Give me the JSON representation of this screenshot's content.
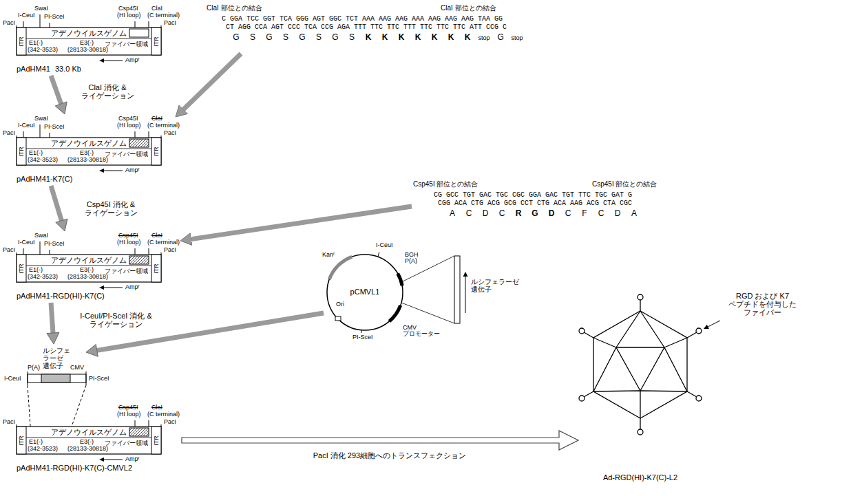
{
  "diagram": {
    "nodes": [
      {
        "text": [
          "アデノウイルスゲノム",
          "pAdHM41"
        ]
      },
      {
        "text": [
          "アデノウイルスゲノム",
          "pAdHM41-K7(C)"
        ]
      },
      {
        "text": [
          "アデノウイルスゲノム",
          "pAdHM41-RGD(HI)-K7(C)"
        ]
      },
      {
        "text": [
          "pCMVL1"
        ]
      },
      {
        "text": [
          "P(A)",
          "ルシフェ ラーゼ 遺伝子",
          "CMV"
        ]
      },
      {
        "text": [
          "アデノウイルスゲノム",
          "pAdHM41-RGD(HI)-K7(C)-CMVL2"
        ]
      },
      {
        "text": [
          "Ad-RGD(HI)-K7(C)-L2"
        ]
      }
    ],
    "edges": [
      {
        "from": 0,
        "to": 1,
        "arrow": "to",
        "label": "ClaI 消化 & ライゲーション"
      },
      {
        "from": 1,
        "to": 2,
        "arrow": "to",
        "label": "Csp45I 消化 & ライゲーション"
      },
      {
        "from": 2,
        "to": 4,
        "arrow": "to",
        "label": "I-CeuI/PI-SceI 消化 & ライゲーション"
      },
      {
        "from": 3,
        "to": 4,
        "arrow": "to"
      },
      {
        "from": 4,
        "to": 5,
        "arrow": "none"
      },
      {
        "from": 4,
        "to": 5,
        "arrow": "none"
      },
      {
        "from": 5,
        "to": 6,
        "arrow": "to",
        "label": "PacI 消化 293細胞へのトランスフェクション"
      }
    ],
    "labels": [
      "PacI",
      "I-CeuI",
      "SwaI",
      "PI-SceI",
      "Csp45I",
      "(HI loop)",
      "ClaI",
      "(C terminal)",
      "ITR",
      "ITR",
      "PacI",
      "E1(-)",
      "(342-3523)",
      "E3(-)",
      "(28133-30818)",
      "ファイバー領域",
      "Ampʳ",
      "33.0 Kb",
      "ClaI 部位との結合",
      "ClaI 部位との結合",
      "C GGA TCC GGT TCA GGG AGT GGC TCT AAA AAG AAG AAA AAG AAG AAG TAA GG",
      "CT AGG CCA AGT CCC TCA CCG AGA TTT TTC TTC TTT TTC TTC TTC ATT CCG C",
      "G",
      "S",
      "G",
      "S",
      "G",
      "S",
      "G",
      "S",
      "K",
      "K",
      "K",
      "K",
      "K",
      "K",
      "K",
      "stop",
      "G",
      "stop",
      "PacI",
      "I-CeuI",
      "SwaI",
      "PI-SceI",
      "Csp45I",
      "(HI loop)",
      "ClaI",
      "(C terminal)",
      "ITR",
      "ITR",
      "PacI",
      "E1(-)",
      "(342-3523)",
      "E3(-)",
      "(28133-30818)",
      "ファイバー領域",
      "Ampʳ",
      "Csp45I 部位との結合",
      "Csp45I 部位との結合",
      "CG GCC TGT GAC TGC CGC GGA GAC TGT TTC TGC GAT G",
      "CGG ACA CTG ACG GCG CCT CTG ACA AAG ACG CTA CGC",
      "A",
      "C",
      "D",
      "C",
      "R",
      "G",
      "D",
      "C",
      "F",
      "C",
      "D",
      "A",
      "PacI",
      "I-CeuI",
      "SwaI",
      "PI-SceI",
      "Csp45I",
      "(HI loop)",
      "ClaI",
      "(C terminal)",
      "ITR",
      "ITR",
      "PacI",
      "E1(-)",
      "(342-3523)",
      "E3(-)",
      "(28133-30818)",
      "ファイバー領域",
      "Ampʳ",
      "Kanʳ",
      "I-CeuI",
      "BGH P(A)",
      "CMV プロモーター",
      "Ori",
      "PI-SceI",
      "ルシフェラーゼ 遺伝子",
      "I-CeuI",
      "PI-SceI",
      "PacI",
      "Csp45I",
      "(HI loop)",
      "ClaI",
      "(C terminal)",
      "ITR",
      "ITR",
      "PacI",
      "E1(-)",
      "(342-3523)",
      "E3(-)",
      "(28133-30818)",
      "ファイバー領域",
      "Ampʳ",
      "RGD および K7 ペプチドを付与した ファイバー"
    ]
  }
}
